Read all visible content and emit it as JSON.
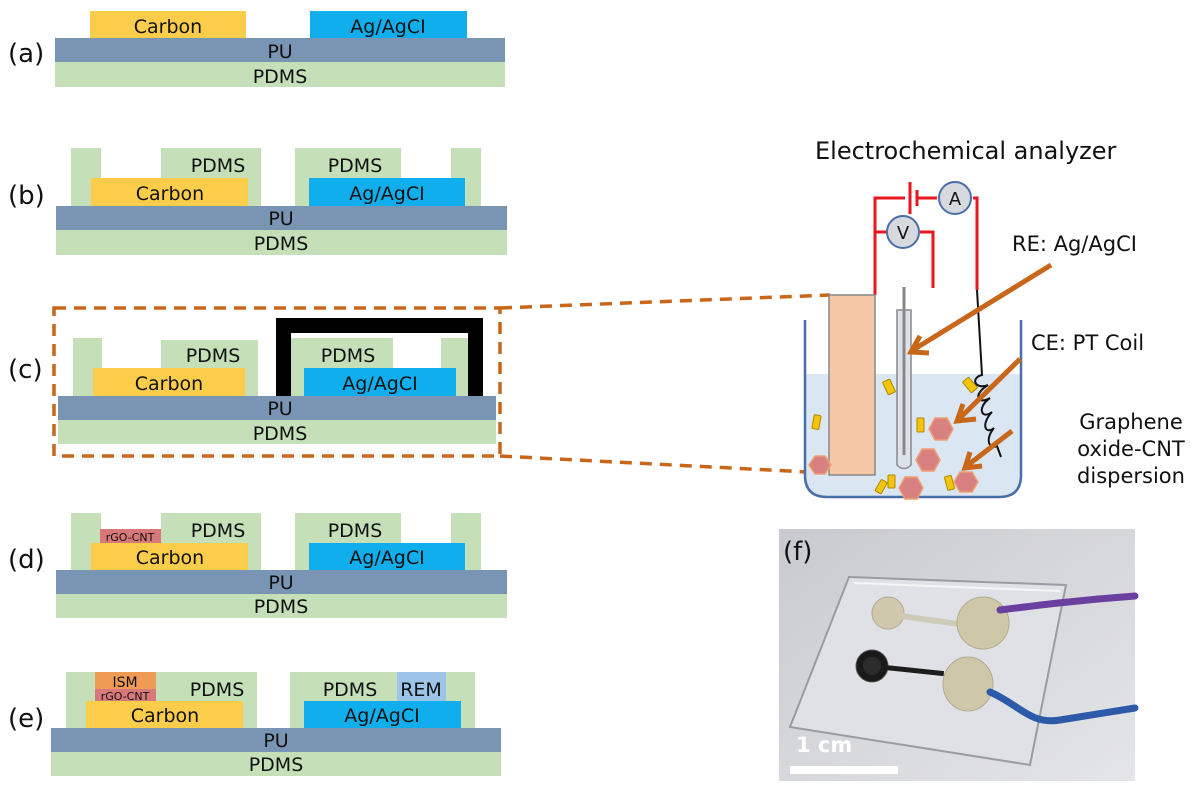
{
  "colors": {
    "carbon": "#fccc4b",
    "agagcl": "#10aeec",
    "pu": "#7a95b3",
    "pdms": "#c5e0b8",
    "rgo_cnt": "#d87878",
    "ism": "#ef9a55",
    "rem": "#9cc3e8",
    "clamp": "#000000",
    "dash": "#c8661a",
    "wire": "#e8161e",
    "arrow": "#c8661a",
    "liquid": "#dbe6f3",
    "beaker": "#4a6fa8",
    "electrode_we": "#f6c7a6",
    "particle_rect": "#f2c40c",
    "particle_hex": "#d98080"
  },
  "panels": {
    "a": {
      "label": "(a)",
      "layers": {
        "carbon": "Carbon",
        "agagcl": "Ag/AgCI",
        "pu": "PU",
        "pdms_base": "PDMS"
      }
    },
    "b": {
      "label": "(b)",
      "layers": {
        "pdms_left": "PDMS",
        "pdms_right": "PDMS",
        "carbon": "Carbon",
        "agagcl": "Ag/AgCI",
        "pu": "PU",
        "pdms_base": "PDMS"
      }
    },
    "c": {
      "label": "(c)",
      "layers": {
        "pdms_left": "PDMS",
        "pdms_right": "PDMS",
        "carbon": "Carbon",
        "agagcl": "Ag/AgCI",
        "pu": "PU",
        "pdms_base": "PDMS"
      }
    },
    "d": {
      "label": "(d)",
      "layers": {
        "rgo": "rGO-CNT",
        "pdms_left": "PDMS",
        "pdms_right": "PDMS",
        "carbon": "Carbon",
        "agagcl": "Ag/AgCI",
        "pu": "PU",
        "pdms_base": "PDMS"
      }
    },
    "e": {
      "label": "(e)",
      "layers": {
        "ism": "ISM",
        "rgo": "rGO-CNT",
        "pdms_left": "PDMS",
        "pdms_right": "PDMS",
        "rem": "REM",
        "carbon": "Carbon",
        "agagcl": "Ag/AgCI",
        "pu": "PU",
        "pdms_base": "PDMS"
      }
    },
    "f": {
      "label": "(f)",
      "scale_bar": "1 cm"
    }
  },
  "analyzer": {
    "title": "Electrochemical analyzer",
    "ammeter": "A",
    "voltmeter": "V",
    "re_label": "RE: Ag/AgCI",
    "ce_label": "CE: PT Coil",
    "dispersion_label": [
      "Graphene",
      "oxide-CNT",
      "dispersion"
    ]
  }
}
